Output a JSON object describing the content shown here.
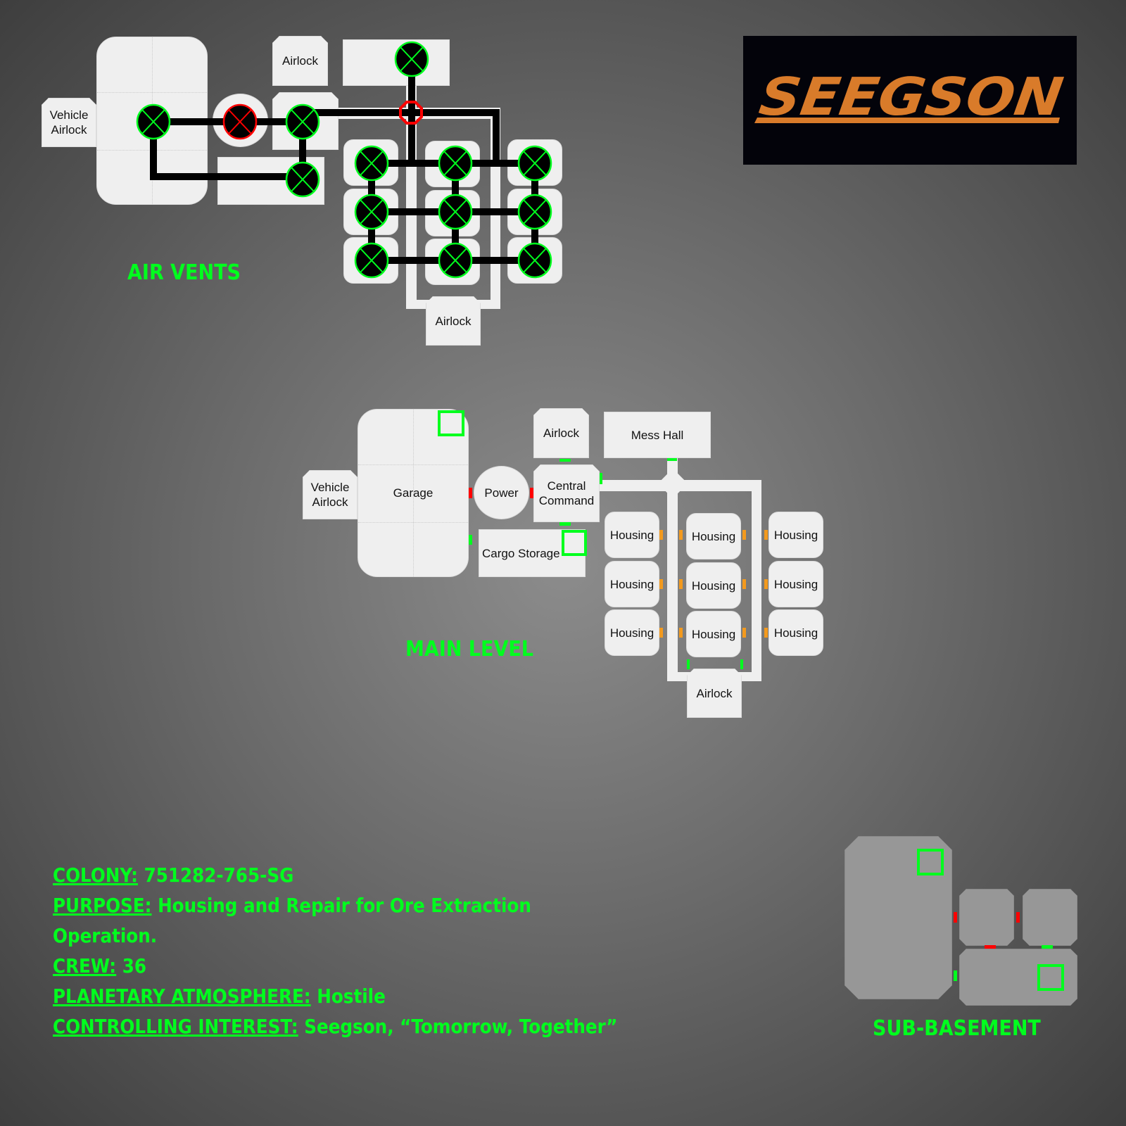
{
  "rooms": {
    "vehicle_airlock": "Vehicle Airlock",
    "garage": "Garage",
    "power": "Power",
    "central_command": "Central Command",
    "airlock": "Airlock",
    "mess_hall": "Mess Hall",
    "cargo_storage": "Cargo Storage",
    "housing": "Housing"
  },
  "levels": {
    "air_vents": "AIR VENTS",
    "main_level": "MAIN LEVEL",
    "sub_basement": "SUB-BASEMENT"
  },
  "info": {
    "colony_label": "COLONY:",
    "colony_value": "751282-765-SG",
    "purpose_label": "PURPOSE:",
    "purpose_value": "Housing and Repair for Ore Extraction Operation.",
    "crew_label": "CREW:",
    "crew_value": "36",
    "atmosphere_label": "PLANETARY ATMOSPHERE:",
    "atmosphere_value": "Hostile",
    "interest_label": "CONTROLLING INTEREST:",
    "interest_value": "Seegson, “Tomorrow, Together”"
  },
  "logo": {
    "text": "SEEGSON",
    "color": "#d97b2a",
    "background": "#03030a"
  },
  "colors": {
    "label_green": "#00ff1e",
    "door_locked": "#ff0000",
    "door_open": "#00ff1e",
    "door_partial": "#f39a1e",
    "vent_ok": "#00ff1e",
    "vent_blocked": "#ff0000",
    "room": "#efefef",
    "sub_room": "#979797"
  },
  "vents": {
    "ok_icon": "vent-ok-icon",
    "blocked_icon": "vent-blocked-icon",
    "valve_icon": "valve-closed-icon"
  }
}
